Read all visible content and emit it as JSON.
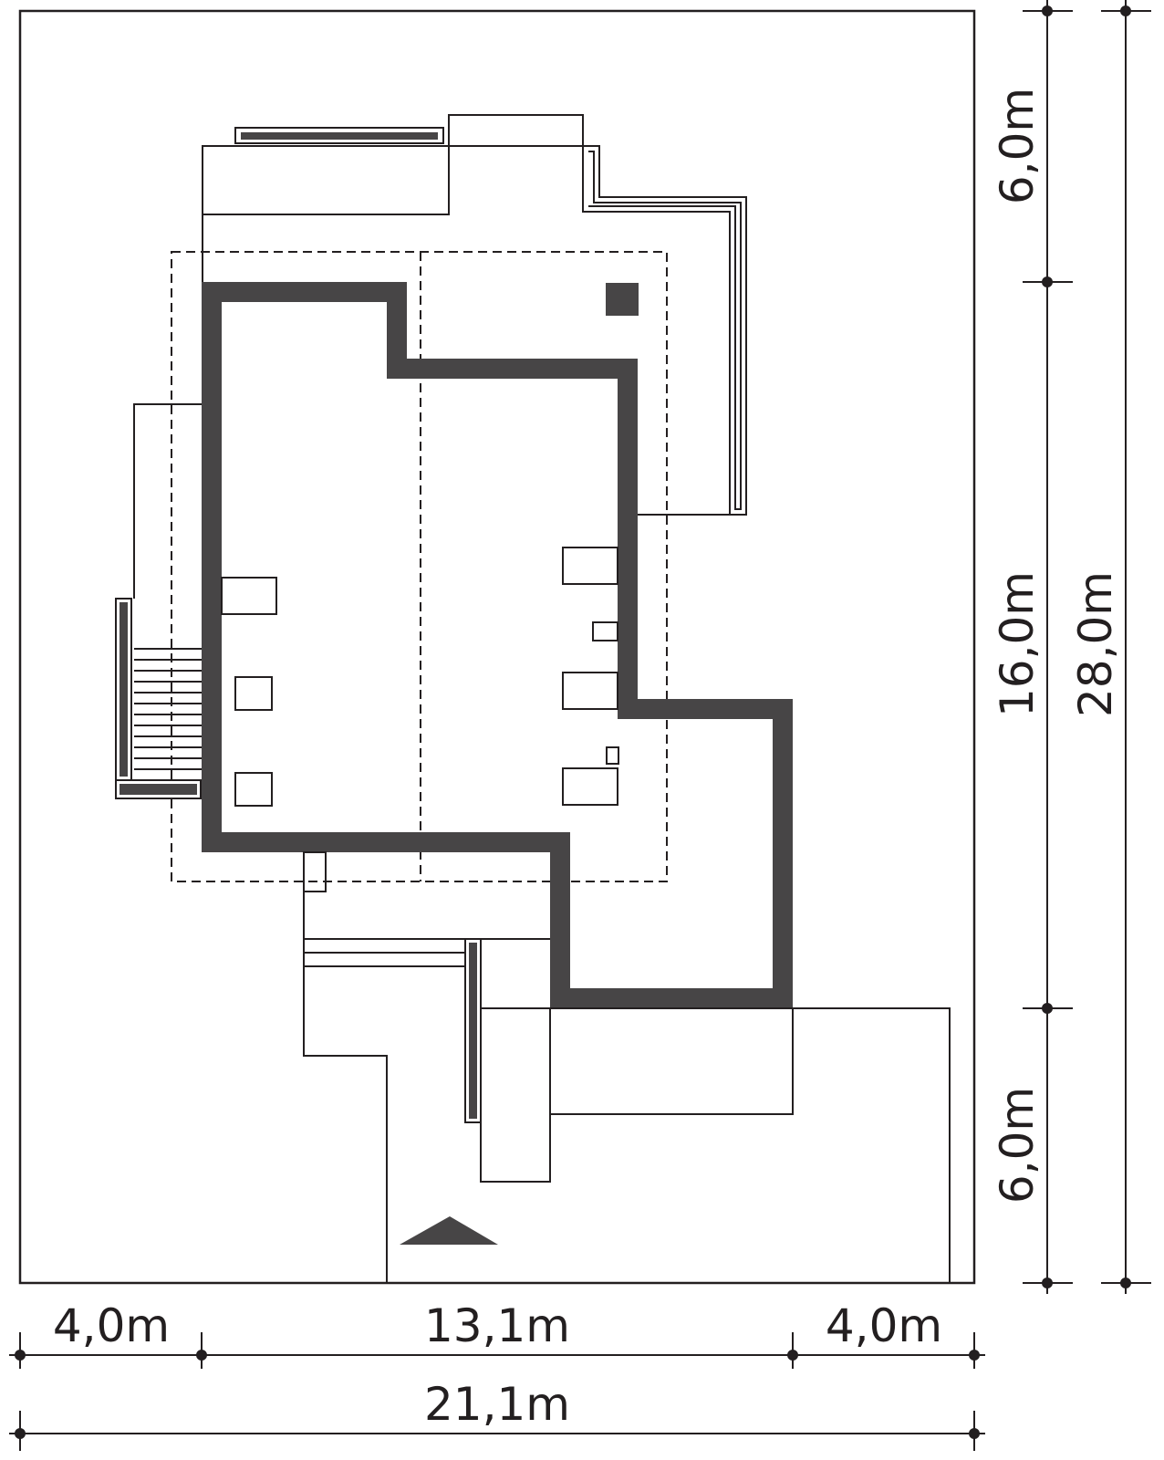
{
  "colors": {
    "ink": "#231f20",
    "wall": "#474546",
    "paper": "#ffffff"
  },
  "dimensions": {
    "bottom": {
      "left_setback": "4,0m",
      "house_width": "13,1m",
      "right_setback": "4,0m",
      "plot_width": "21,1m"
    },
    "right": {
      "top_setback": "6,0m",
      "house_depth": "16,0m",
      "bottom_setback": "6,0m",
      "plot_depth": "28,0m"
    }
  },
  "icons": {
    "entrance_marker": "triangle-up"
  }
}
